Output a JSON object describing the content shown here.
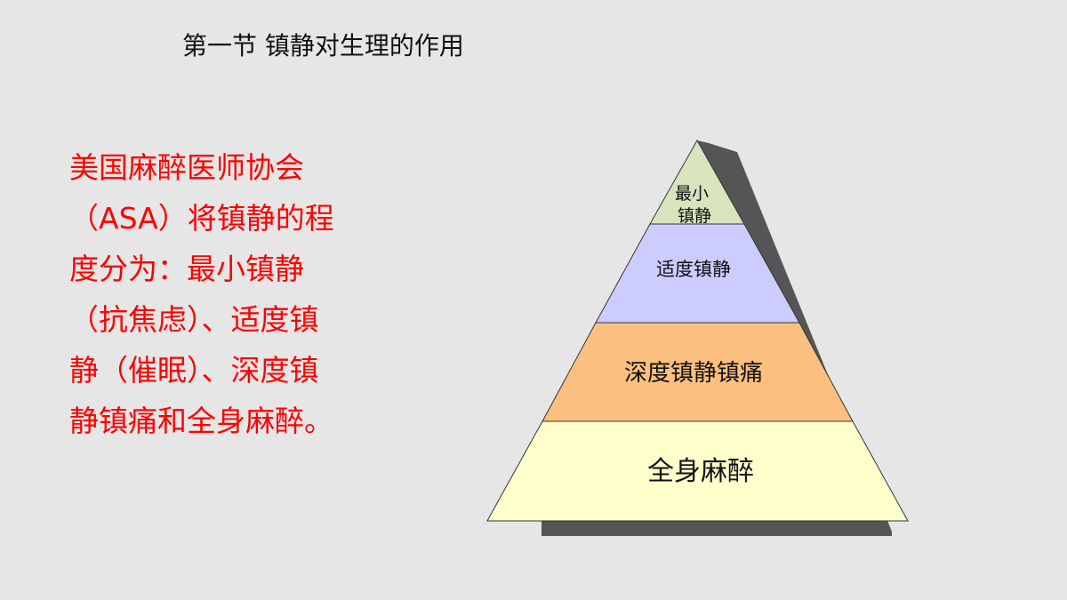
{
  "title": "第一节 镇静对生理的作用",
  "body_lines": [
    " 美国麻醉医师协会",
    "（ASA）将镇静的程",
    "度分为：最小镇静",
    "（抗焦虑）、适度镇",
    "静（催眠）、深度镇",
    "静镇痛和全身麻醉。"
  ],
  "pyramid": {
    "levels": [
      {
        "label_lines": [
          "最小",
          "镇静"
        ],
        "color": "#d7e4bd"
      },
      {
        "label_lines": [
          "适度镇静"
        ],
        "color": "#ccccff"
      },
      {
        "label_lines": [
          "深度镇静镇痛"
        ],
        "color": "#fbbf80"
      },
      {
        "label_lines": [
          "全身麻醉"
        ],
        "color": "#ffffcc"
      }
    ],
    "shadow_color": "#555555",
    "outline_color": "#333333"
  }
}
